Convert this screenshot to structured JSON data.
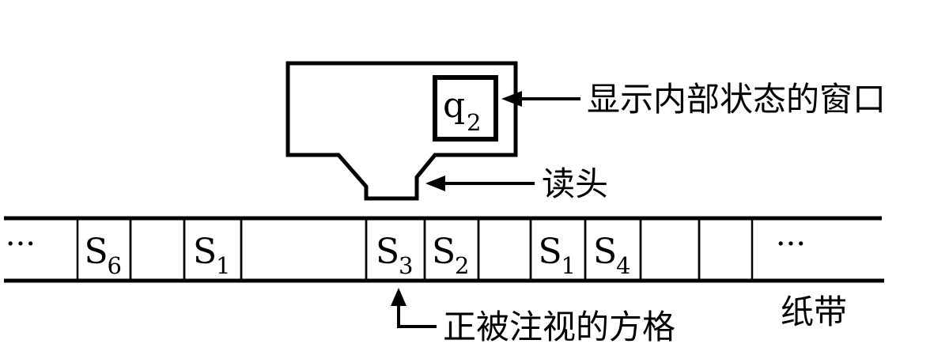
{
  "tape": {
    "cells": [
      {
        "main": "S",
        "sub": "6"
      },
      {
        "main": "",
        "sub": ""
      },
      {
        "main": "S",
        "sub": "1"
      },
      {
        "main": "",
        "sub": ""
      },
      {
        "main": "S",
        "sub": "3"
      },
      {
        "main": "S",
        "sub": "2"
      },
      {
        "main": "",
        "sub": ""
      },
      {
        "main": "S",
        "sub": "1"
      },
      {
        "main": "S",
        "sub": "4"
      },
      {
        "main": "",
        "sub": ""
      },
      {
        "main": "",
        "sub": ""
      }
    ],
    "left_ellipsis": "···",
    "right_ellipsis": "···"
  },
  "state_window": {
    "main": "q",
    "sub": "2"
  },
  "labels": {
    "window": "显示内部状态的窗口",
    "read_head": "读头",
    "tape": "纸带",
    "scanned_cell": "正被注视的方格"
  }
}
